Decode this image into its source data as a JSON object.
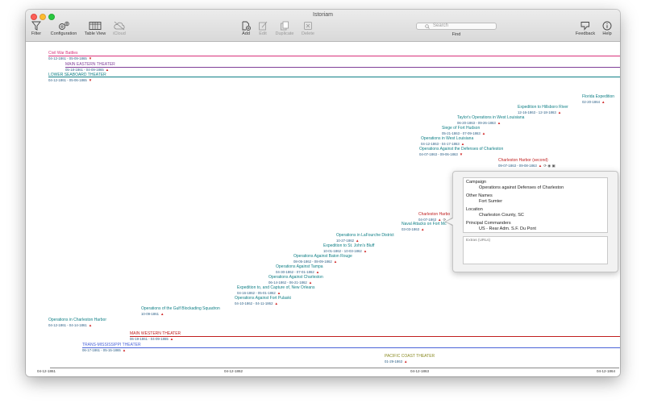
{
  "window": {
    "title": "Istoriam"
  },
  "toolbar": {
    "filter": "Filter",
    "configuration": "Configuration",
    "table_view": "Table View",
    "icloud": "iCloud",
    "add": "Add",
    "edit": "Edit",
    "duplicate": "Duplicate",
    "delete": "Delete",
    "search_placeholder": "Search",
    "find": "Find",
    "feedback": "Feedback",
    "help": "Help"
  },
  "colors": {
    "magenta": "#d8317a",
    "purple": "#7f3f98",
    "teal": "#0f7f86",
    "red": "#c01f1f",
    "blue": "#4a64d8",
    "olive": "#8a8a22",
    "date_blue": "#2b5f86"
  },
  "events": [
    {
      "name": "Civil War Battles",
      "dates": "04-12-1861 - 05-09-1865",
      "arrow": "▼"
    },
    {
      "name": "MAIN EASTERN THEATER",
      "dates": "05-18-1861 - 04-09-1865",
      "arrow": "▲"
    },
    {
      "name": "LOWER SEABOARD THEATER",
      "dates": "04-12-1861 - 05-06-1865",
      "arrow": "▼"
    },
    {
      "name": "Florida Expedition",
      "dates": "02-20-1864",
      "arrow": "▲"
    },
    {
      "name": "Expedition to Hillsboro River",
      "dates": "12-16-1863 - 12-18-1863",
      "arrow": "▲"
    },
    {
      "name": "Taylor's Operations in West Louisiana",
      "dates": "06-20-1863 - 09-26-1863",
      "arrow": "▲"
    },
    {
      "name": "Siege of Fort Hudson",
      "dates": "05-21-1863 - 07-09-1863",
      "arrow": "▲"
    },
    {
      "name": "Operations in West Louisiana",
      "dates": "04-12-1863 - 04-17-1863",
      "arrow": "▲"
    },
    {
      "name": "Operations Against the Defenses of Charleston",
      "dates": "04-07-1863 - 09-06-1863",
      "arrow": "▼"
    },
    {
      "name": "Charleston Harbor (second)",
      "dates": "09-07-1863 - 09-08-1863",
      "arrow": "▲",
      "tools": "⟳ ◉ ▣"
    },
    {
      "name": "Charleston Harbo",
      "dates": "04-07-1863",
      "arrow": "▲",
      "tools": "⟳"
    },
    {
      "name": "Naval Attacks on Fort Mc",
      "dates": "03-03-1863",
      "arrow": "▲"
    },
    {
      "name": "Operations in LaFourche District",
      "dates": "10-27-1862",
      "arrow": "▲"
    },
    {
      "name": "Expedition to St. John's Bluff",
      "dates": "10-01-1862 - 10-03-1862",
      "arrow": "▲"
    },
    {
      "name": "Operations Against Baton Rouge",
      "dates": "08-05-1862 - 08-09-1862",
      "arrow": "▲"
    },
    {
      "name": "Operations Against Tampa",
      "dates": "04-30-1862 - 07-01-1862",
      "arrow": "▲"
    },
    {
      "name": "Operations Against Charleston",
      "dates": "06-14-1862 - 06-21-1862",
      "arrow": "▲"
    },
    {
      "name": "Expedition to, and Capture of, New Orleans",
      "dates": "04-16-1862 - 05-01-1862",
      "arrow": "▲"
    },
    {
      "name": "Operations Against Fort Pulaski",
      "dates": "04-10-1862 - 04-11-1862",
      "arrow": "▲"
    },
    {
      "name": "Operations of the Gulf Blockading Squadron",
      "dates": "10-09-1861",
      "arrow": "▲"
    },
    {
      "name": "Operations in Charleston Harbor",
      "dates": "04-12-1861 - 04-14-1861",
      "arrow": "▲"
    },
    {
      "name": "MAIN WESTERN THEATER",
      "dates": "06-19-1861 - 04-09-1865",
      "arrow": "▲"
    },
    {
      "name": "TRANS-MISSISSIPPI THEATER",
      "dates": "06-17-1861 - 05-15-1865",
      "arrow": "▲"
    },
    {
      "name": "PACIFIC COAST THEATER",
      "dates": "01-29-1863",
      "arrow": "▲"
    }
  ],
  "axis": {
    "ticks": [
      "04-12-1861",
      "04-12-1862",
      "04-12-1863",
      "04-12-1864"
    ]
  },
  "popover": {
    "fields": [
      {
        "label": "Campaign",
        "value": "Operations against Defenses of Charleston"
      },
      {
        "label": "Other Names",
        "value": "Fort Sumter"
      },
      {
        "label": "Location",
        "value": "Charleston County, SC"
      },
      {
        "label": "Principal Commanders",
        "value": "US - Rear Adm. S.F. Du Pont"
      }
    ],
    "extras_placeholder": "Extras (URLs)"
  }
}
